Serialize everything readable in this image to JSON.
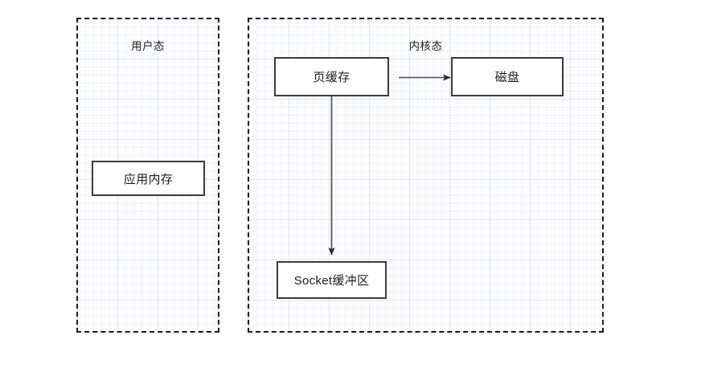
{
  "diagram": {
    "title_present": false,
    "regions": [
      {
        "id": "user-space",
        "label": "用户态"
      },
      {
        "id": "kernel-space",
        "label": "内核态"
      }
    ],
    "nodes": [
      {
        "id": "app-memory",
        "label": "应用内存",
        "region": "user-space"
      },
      {
        "id": "page-cache",
        "label": "页缓存",
        "region": "kernel-space"
      },
      {
        "id": "disk",
        "label": "磁盘",
        "region": "kernel-space"
      },
      {
        "id": "socket-buffer",
        "label": "Socket缓冲区",
        "region": "kernel-space"
      }
    ],
    "edges": [
      {
        "id": "disk-to-page-cache",
        "from": "disk",
        "to": "page-cache",
        "direction": "left",
        "style": "solid",
        "arrowhead": true
      },
      {
        "id": "page-cache-to-socket-buffer",
        "from": "page-cache",
        "to": "socket-buffer",
        "direction": "down",
        "style": "solid",
        "arrowhead": true
      }
    ],
    "colors": {
      "canvas_background": "#ffffff",
      "region_background": "#fbfbfc",
      "region_border": "#1a1a1a",
      "node_border": "#3b3b3b",
      "node_background": "#ffffff",
      "text": "#1c1c1c",
      "grid_line": "#cdd2db",
      "connector": "#4a4a4a"
    }
  }
}
